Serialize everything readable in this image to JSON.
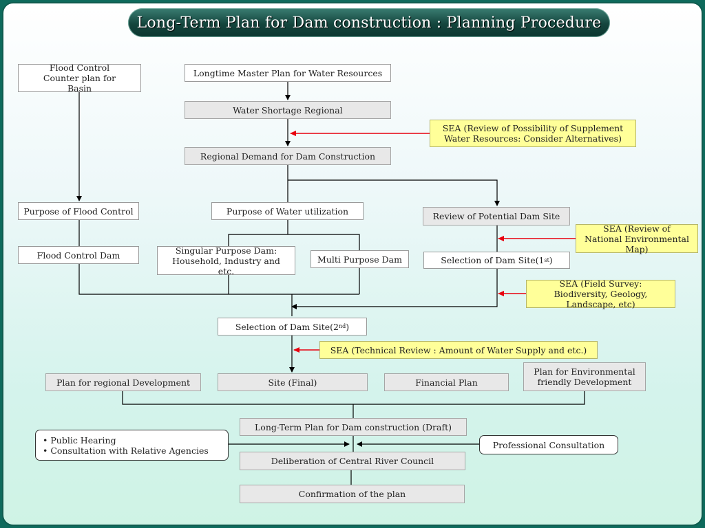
{
  "title": "Long-Term Plan for Dam construction : Planning Procedure",
  "colors": {
    "arrow_red": "#e8000e",
    "title_bg": "#14453d",
    "sea_fill": "#ffff99",
    "gray_fill": "#e8e8e8"
  },
  "left": {
    "flood_basin": "Flood Control Counter plan for Basin",
    "purpose_flood": "Purpose of Flood Control",
    "flood_dam": "Flood Control Dam"
  },
  "center": {
    "master_plan": "Longtime Master Plan for Water Resources",
    "water_shortage": "Water Shortage Regional",
    "regional_demand": "Regional Demand for Dam Construction",
    "purpose_water": "Purpose of Water utilization",
    "singular_dam": "Singular Purpose Dam: Household, Industry and etc.",
    "multi_dam": "Multi Purpose Dam",
    "selection2_text": "Selection of Dam Site(2",
    "selection2_sup": "nd",
    "selection2_close": ")"
  },
  "right": {
    "review_site": "Review of Potential Dam Site",
    "selection1_text": "Selection of Dam Site(1",
    "selection1_sup": "st",
    "selection1_close": ")"
  },
  "sea": {
    "alternatives": "SEA (Review of Possibility of Supplement Water Resources: Consider Alternatives)",
    "national_map": "SEA (Review of National Environmental Map)",
    "field_survey": "SEA (Field Survey: Biodiversity, Geology, Landscape, etc)",
    "technical": "SEA (Technical Review : Amount of Water Supply and etc.)"
  },
  "final_row": {
    "regional_dev": "Plan for regional Development",
    "site_final": "Site (Final)",
    "financial": "Financial Plan",
    "env_dev": "Plan for Environmental friendly Development"
  },
  "bottom": {
    "draft": "Long-Term Plan for Dam construction (Draft)",
    "deliberation": "Deliberation of Central River Council",
    "confirmation": "Confirmation of the plan",
    "public_items": [
      "Public Hearing",
      "Consultation with Relative Agencies"
    ],
    "professional": "Professional Consultation"
  }
}
